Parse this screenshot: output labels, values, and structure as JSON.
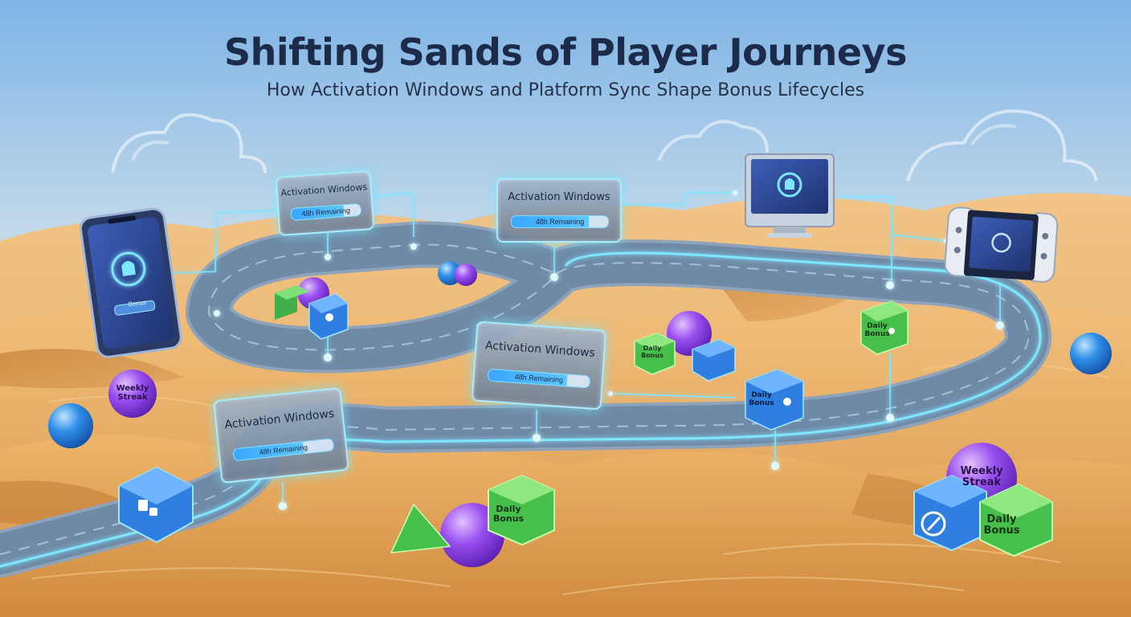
{
  "header": {
    "title": "Shifting Sands of Player Journeys",
    "subtitle": "How Activation Windows and Platform Sync Shape Bonus Lifecycles"
  },
  "activation_panels": [
    {
      "title": "Activation Windows",
      "timer": "48h Remaining",
      "progress": 0.75
    },
    {
      "title": "Activation Windows",
      "timer": "48h Remaining",
      "progress": 0.8
    },
    {
      "title": "Activation Windows",
      "timer": "48h Remaining",
      "progress": 0.78
    },
    {
      "title": "Activation Windows",
      "timer": "48h Remaining",
      "progress": 0.7
    }
  ],
  "devices": {
    "phone_button": "Bonus"
  },
  "bonus_labels": {
    "weekly_streak": "Weekly Streak",
    "daily_bonus": "Daily Bonus"
  },
  "colors": {
    "sky_top": "#7fb4e6",
    "sand": "#e8ae5e",
    "track": "#6f8aa6",
    "glow": "#7fe6ff",
    "cube_green": "#46c04a",
    "cube_blue": "#2f7fe0",
    "orb_purple": "#9a4ff0",
    "orb_blue": "#2f8fe8"
  },
  "icons": [
    "user-shield-icon",
    "user-search-icon",
    "link-icon",
    "shuffle-icon"
  ]
}
